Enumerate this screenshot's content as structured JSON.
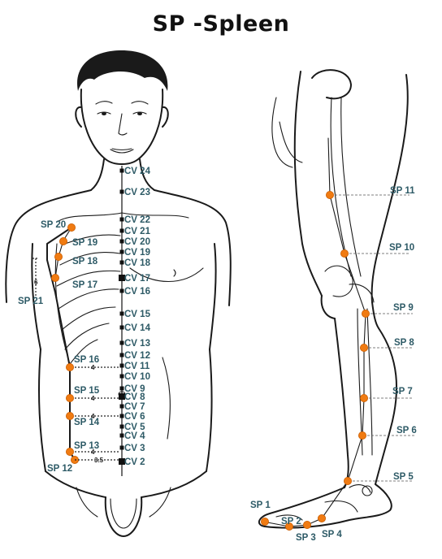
{
  "title": "SP -Spleen",
  "colors": {
    "point": "#f07b12",
    "label": "#2d5a66",
    "line": "#1a1a1a"
  },
  "front_view": {
    "meridian_points": [
      "SP 20",
      "SP 19",
      "SP 18",
      "SP 17",
      "SP 21",
      "SP 16",
      "SP 15",
      "SP 14",
      "SP 13",
      "SP 12"
    ],
    "conception_vessel": [
      "CV 24",
      "CV 23",
      "CV 22",
      "CV 21",
      "CV 20",
      "CV 19",
      "CV 18",
      "CV 17",
      "CV 16",
      "CV 15",
      "CV 14",
      "CV 13",
      "CV 12",
      "CV 11",
      "CV 10",
      "CV 9",
      "CV 8",
      "CV 7",
      "CV 6",
      "CV 5",
      "CV 4",
      "CV 3",
      "CV 2"
    ],
    "distances": {
      "sp21": "6",
      "sp16": "4",
      "sp15": "4",
      "sp14": "4",
      "sp13": "4",
      "sp12": "3.5"
    }
  },
  "leg_view": {
    "points": [
      "SP 11",
      "SP 10",
      "SP 9",
      "SP 8",
      "SP 7",
      "SP 6",
      "SP 5",
      "SP 1",
      "SP 2",
      "SP 3",
      "SP 4"
    ]
  }
}
